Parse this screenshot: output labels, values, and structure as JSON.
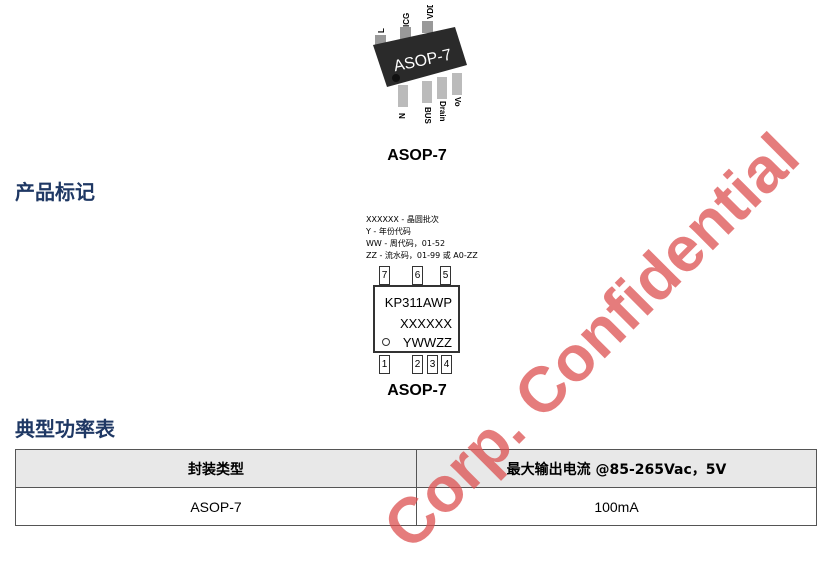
{
  "chip_image": {
    "package_label": "ASOP-7",
    "pins_top": [
      "L",
      "ICG",
      "VDD"
    ],
    "pins_bottom": [
      "N",
      "BUS",
      "Drain",
      "Vo"
    ],
    "caption": "ASOP-7"
  },
  "section_marking": {
    "title": "产品标记",
    "legend": [
      "XXXXXX - 晶圆批次",
      "Y - 年份代码",
      "WW - 周代码，01-52",
      "ZZ - 流水码，01-99 或 A0-ZZ"
    ],
    "pins_top": [
      "7",
      "6",
      "5"
    ],
    "pins_bottom": [
      "1",
      "2",
      "3",
      "4"
    ],
    "lines": [
      "KP311AWP",
      "XXXXXX",
      "YWWZZ"
    ],
    "caption": "ASOP-7"
  },
  "section_power": {
    "title": "典型功率表",
    "headers": [
      "封装类型",
      "最大输出电流 @85-265Vac，5V"
    ],
    "rows": [
      [
        "ASOP-7",
        "100mA"
      ]
    ]
  },
  "watermark": "Corp. Confidential"
}
